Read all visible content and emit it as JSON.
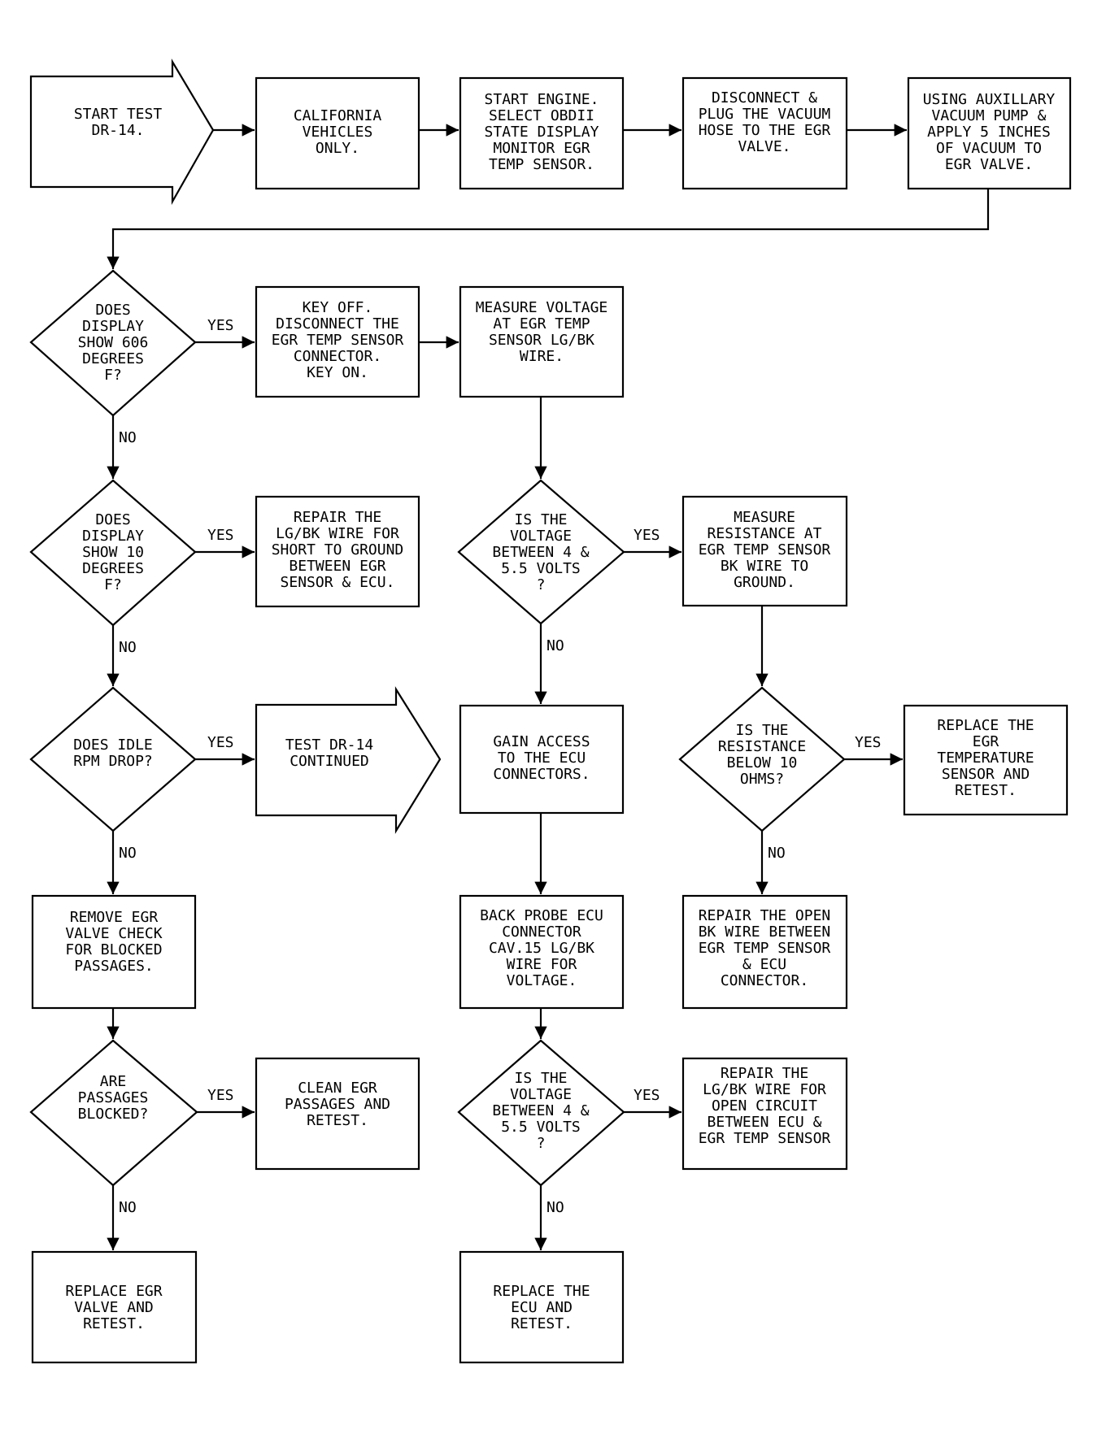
{
  "nodes": {
    "start": [
      "START TEST",
      "DR-14."
    ],
    "california": [
      "CALIFORNIA",
      "VEHICLES",
      "ONLY."
    ],
    "start_engine": [
      "START ENGINE.",
      "SELECT OBDII",
      "STATE DISPLAY",
      "MONITOR EGR",
      "TEMP SENSOR."
    ],
    "disconnect_plug": [
      "DISCONNECT &",
      "PLUG THE VACUUM",
      "HOSE TO THE EGR",
      "VALVE."
    ],
    "aux_pump": [
      "USING AUXILLARY",
      "VACUUM PUMP &",
      "APPLY 5 INCHES",
      "OF VACUUM TO",
      "EGR VALVE."
    ],
    "display_606": [
      "DOES",
      "DISPLAY",
      "SHOW 606",
      "DEGREES",
      "F?"
    ],
    "key_off": [
      "KEY OFF.",
      "DISCONNECT THE",
      "EGR TEMP SENSOR",
      "CONNECTOR.",
      "KEY ON."
    ],
    "measure_voltage": [
      "MEASURE VOLTAGE",
      "AT EGR TEMP",
      "SENSOR LG/BK",
      "WIRE."
    ],
    "display_10": [
      "DOES",
      "DISPLAY",
      "SHOW 10",
      "DEGREES",
      "F?"
    ],
    "repair_short": [
      "REPAIR THE",
      "LG/BK WIRE FOR",
      "SHORT TO GROUND",
      "BETWEEN EGR",
      "SENSOR & ECU."
    ],
    "voltage_check_1": [
      "IS THE",
      "VOLTAGE",
      "BETWEEN 4 &",
      "5.5 VOLTS",
      "?"
    ],
    "measure_resistance": [
      "MEASURE",
      "RESISTANCE AT",
      "EGR TEMP SENSOR",
      "BK WIRE TO",
      "GROUND."
    ],
    "idle_rpm": [
      "DOES IDLE",
      "RPM DROP?"
    ],
    "continued": [
      "TEST DR-14",
      "CONTINUED"
    ],
    "ecu_access": [
      "GAIN ACCESS",
      "TO THE ECU",
      "CONNECTORS."
    ],
    "resistance_check": [
      "IS THE",
      "RESISTANCE",
      "BELOW 10",
      "OHMS?"
    ],
    "replace_sensor": [
      "REPLACE THE",
      "EGR",
      "TEMPERATURE",
      "SENSOR AND",
      "RETEST."
    ],
    "remove_egr": [
      "REMOVE EGR",
      "VALVE CHECK",
      "FOR BLOCKED",
      "PASSAGES."
    ],
    "back_probe": [
      "BACK PROBE ECU",
      "CONNECTOR",
      "CAV.15 LG/BK",
      "WIRE FOR",
      "VOLTAGE."
    ],
    "repair_open_bk": [
      "REPAIR THE OPEN",
      "BK WIRE BETWEEN",
      "EGR TEMP SENSOR",
      "& ECU",
      "CONNECTOR."
    ],
    "passages_blocked": [
      "ARE",
      "PASSAGES",
      "BLOCKED?"
    ],
    "clean_egr": [
      "CLEAN EGR",
      "PASSAGES AND",
      "RETEST."
    ],
    "voltage_check_2": [
      "IS THE",
      "VOLTAGE",
      "BETWEEN 4 &",
      "5.5 VOLTS",
      "?"
    ],
    "repair_open_lgbk": [
      "REPAIR THE",
      "LG/BK WIRE FOR",
      "OPEN CIRCUIT",
      "BETWEEN ECU &",
      "EGR TEMP SENSOR"
    ],
    "replace_egr": [
      "REPLACE EGR",
      "VALVE AND",
      "RETEST."
    ],
    "replace_ecu": [
      "REPLACE THE",
      "ECU AND",
      "RETEST."
    ]
  },
  "edge_labels": {
    "yes": "YES",
    "no": "NO"
  }
}
